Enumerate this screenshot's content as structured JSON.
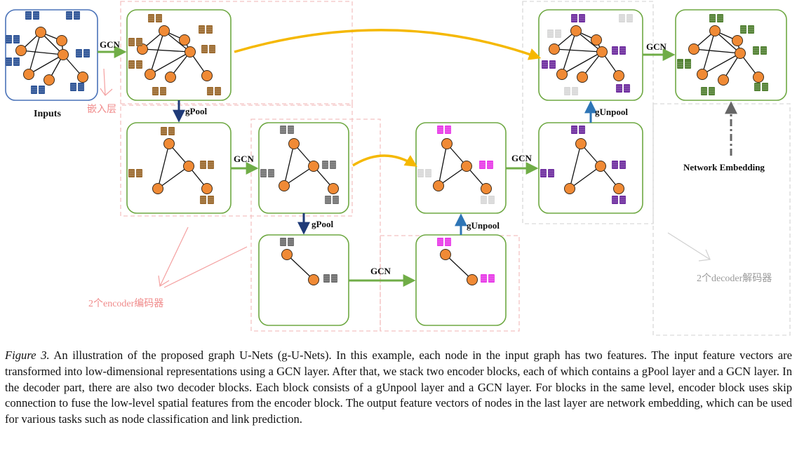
{
  "diagram": {
    "labels": {
      "inputs": "Inputs",
      "network_embedding": "Network Embedding",
      "gcn": "GCN",
      "gpool": "gPool",
      "gunpool": "gUnpool"
    },
    "annotations": {
      "embedding_layer": "嵌入层",
      "encoders": "2个encoder编码器",
      "decoders": "2个decoder解码器"
    },
    "colors": {
      "node": "#f08a35",
      "input_frame": "#4a72b8",
      "block_frame": "#6ea842",
      "gcn_arrow": "#70ad47",
      "pool_arrow": "#1f3a78",
      "unpool_arrow": "#2e75b6",
      "skip": "#f5b800",
      "input_feat": "#2f5597",
      "embed_feat": "#9c6b30",
      "l2_feat": "#757575",
      "l3_feat": "#6f6f6f",
      "unpool_feat": "#e83ee8",
      "dec_feat": "#7030a0",
      "out_feat": "#548235",
      "empty_feat": "#d9d9d9",
      "pink_annot": "#f08a8a",
      "grey_annot": "#9a9a9a"
    }
  },
  "caption": {
    "figure_label": "Figure 3.",
    "text": "An illustration of the proposed graph U-Nets (g-U-Nets). In this example, each node in the input graph has two features. The input feature vectors are transformed into low-dimensional representations using a GCN layer. After that, we stack two encoder blocks, each of which contains a gPool layer and a GCN layer. In the decoder part, there are also two decoder blocks. Each block consists of a gUnpool layer and a GCN layer. For blocks in the same level, encoder block uses skip connection to fuse the low-level spatial features from the encoder block. The output feature vectors of nodes in the last layer are network embedding, which can be used for various tasks such as node classification and link prediction."
  }
}
